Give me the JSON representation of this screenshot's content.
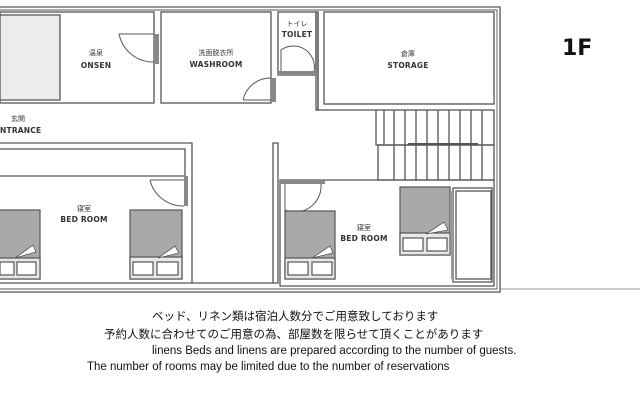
{
  "floor": {
    "label": "1F"
  },
  "rooms": {
    "onsen": {
      "jp": "温泉",
      "en": "ONSEN"
    },
    "washroom": {
      "jp": "洗面脱衣所",
      "en": "WASHROOM"
    },
    "toilet": {
      "jp": "トイレ",
      "en": "TOILET"
    },
    "storage": {
      "jp": "倉庫",
      "en": "STORAGE"
    },
    "entrance": {
      "jp": "玄関",
      "en": "ENTRANCE"
    },
    "bedroom_left": {
      "jp": "寝室",
      "en": "BED ROOM"
    },
    "bedroom_right": {
      "jp": "寝室",
      "en": "BED ROOM"
    }
  },
  "notes": {
    "jp_line1": "ベッド、リネン類は宿泊人数分でご用意致しております",
    "jp_line2": "予約人数に合わせてのご用意の為、部屋数を限らせて頂くことがあります",
    "en_line1": "linens Beds and linens are prepared according to the number of guests.",
    "en_line2": "The number of rooms may be limited due to the number of reservations"
  },
  "colors": {
    "wall": "#555555",
    "bed_fill": "#a9a9a9",
    "onsen_fill": "#ececec",
    "background": "#ffffff"
  }
}
